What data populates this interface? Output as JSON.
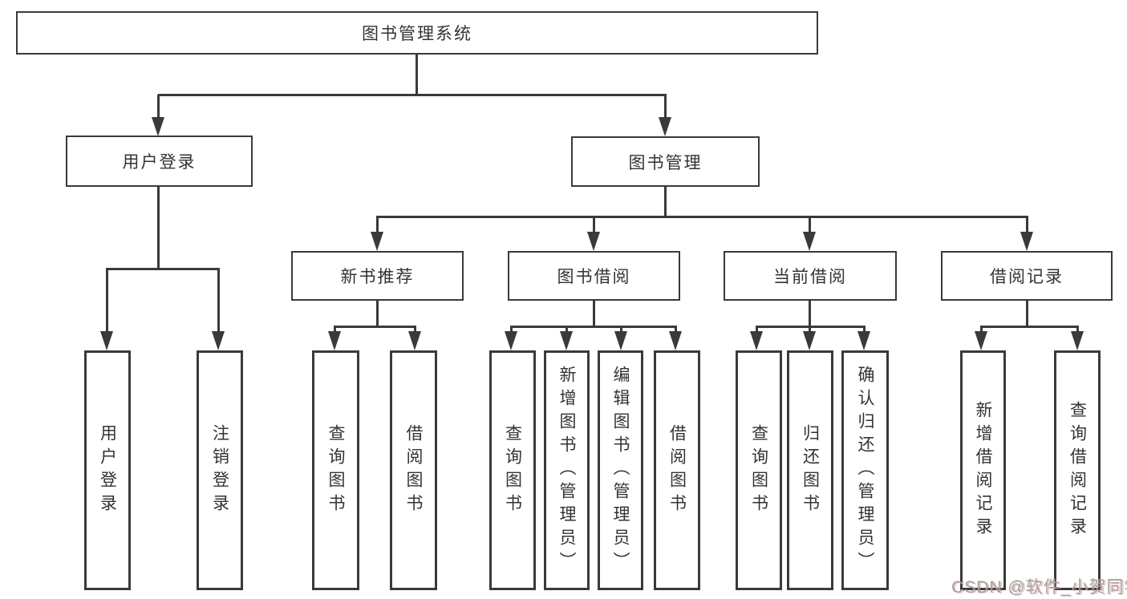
{
  "diagram_title": "图书管理系统",
  "tree": {
    "root": {
      "label": "图书管理系统",
      "children": [
        {
          "label": "用户登录",
          "children": [
            {
              "label": "用户登录"
            },
            {
              "label": "注销登录"
            }
          ]
        },
        {
          "label": "图书管理",
          "children": [
            {
              "label": "新书推荐",
              "children": [
                {
                  "label": "查询图书"
                },
                {
                  "label": "借阅图书"
                }
              ]
            },
            {
              "label": "图书借阅",
              "children": [
                {
                  "label": "查询图书"
                },
                {
                  "label": "新增图书（管理员）"
                },
                {
                  "label": "编辑图书（管理员）"
                },
                {
                  "label": "借阅图书"
                }
              ]
            },
            {
              "label": "当前借阅",
              "children": [
                {
                  "label": "查询图书"
                },
                {
                  "label": "归还图书"
                },
                {
                  "label": "确认归还（管理员）"
                }
              ]
            },
            {
              "label": "借阅记录",
              "children": [
                {
                  "label": "新增借阅记录"
                },
                {
                  "label": "查询借阅记录"
                }
              ]
            }
          ]
        }
      ]
    }
  },
  "watermark": {
    "text": "CSDN @软件_小贺同学"
  },
  "colors": {
    "line": "#3a3a3a",
    "text": "#333333",
    "background": "#ffffff",
    "watermark_gray": "#a3a3a3",
    "watermark_red_tint": "#d67373"
  }
}
